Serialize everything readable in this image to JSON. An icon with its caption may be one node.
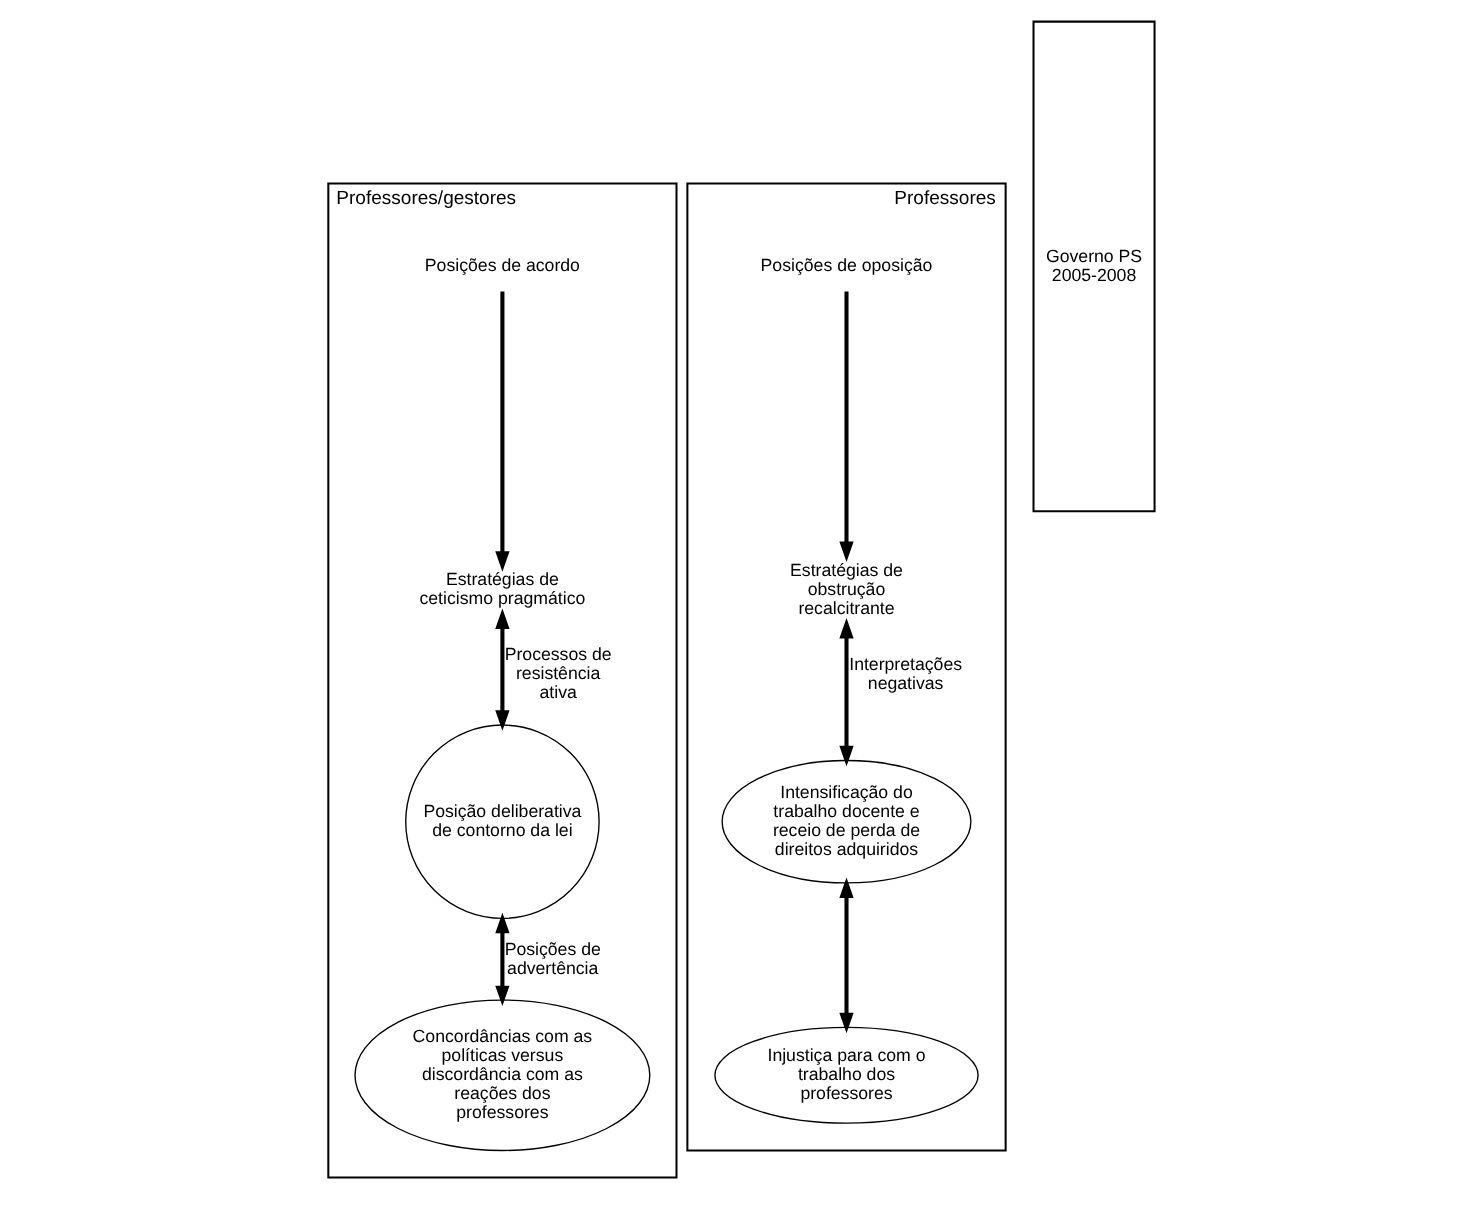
{
  "diagram": {
    "nodes": [
      {
        "text": [
          "Professores/gestores"
        ]
      },
      {
        "text": [
          "Posições de acordo"
        ],
        "in": 0
      },
      {
        "text": [
          "Estratégias de ceticismo pragmático"
        ],
        "in": 0
      },
      {
        "text": [
          "Posição deliberativa de contorno da lei"
        ],
        "in": 0
      },
      {
        "text": [
          "Concordâncias com as políticas versus discordância com as reações dos professores"
        ],
        "in": 0
      },
      {
        "text": [
          "Professores"
        ]
      },
      {
        "text": [
          "Posições de oposição"
        ],
        "in": 5
      },
      {
        "text": [
          "Estratégias de obstrução recalcitrante"
        ],
        "in": 5
      },
      {
        "text": [
          "Intensificação do trabalho docente e receio de perda de direitos adquiridos"
        ],
        "in": 5
      },
      {
        "text": [
          "Injustiça para com o trabalho dos professores"
        ],
        "in": 5
      },
      {
        "text": [
          "Governo PS 2005-2008"
        ]
      }
    ],
    "edges": [
      {
        "from": 1,
        "to": 2,
        "arrow": "to"
      },
      {
        "from": 2,
        "to": 3,
        "arrow": "both",
        "label": "Processos de resistência ativa"
      },
      {
        "from": 3,
        "to": 4,
        "arrow": "both",
        "label": "Posições de advertência"
      },
      {
        "from": 6,
        "to": 7,
        "arrow": "to"
      },
      {
        "from": 7,
        "to": 8,
        "arrow": "both",
        "label": "Interpretações negativas"
      },
      {
        "from": 8,
        "to": 9,
        "arrow": "both"
      }
    ]
  }
}
